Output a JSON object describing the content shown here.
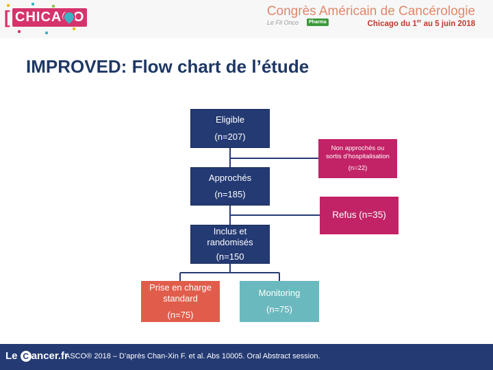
{
  "header": {
    "logo_text": "CHICAGO",
    "title": "Congrès Américain de Cancérologie",
    "filonco": "Le Fil Onco",
    "pharma_badge": "Pharma",
    "subtitle_prefix": "Chicago du 1",
    "subtitle_sup": "er",
    "subtitle_suffix": " au 5 juin 2018"
  },
  "slide": {
    "title": "IMPROVED: Flow chart de l’étude"
  },
  "flow": {
    "eligible": {
      "label": "Eligible",
      "count": "(n=207)"
    },
    "not_approached": {
      "line1": "Non approchés ou",
      "line2": "sortis d’hospitalisation",
      "count": "(n=22)"
    },
    "approached": {
      "label": "Approchés",
      "count": "(n=185)"
    },
    "refused": {
      "label": "Refus (n=35)"
    },
    "included": {
      "line1": "Inclus et",
      "line2": "randomisés",
      "count": "(n=150"
    },
    "standard": {
      "line1": "Prise en charge",
      "line2": "standard",
      "count": "(n=75)"
    },
    "monitoring": {
      "label": "Monitoring",
      "count": "(n=75)"
    }
  },
  "colors": {
    "navy": "#243a73",
    "magenta": "#c22266",
    "coral": "#e15d4b",
    "teal": "#6ab9be"
  },
  "footer": {
    "logo_prefix": "Le ",
    "logo_c": "C",
    "logo_suffix": "ancer.fr",
    "citation": "ASCO® 2018 – D’après Chan-Xin F. et al. Abs 10005. Oral Abstract session."
  }
}
